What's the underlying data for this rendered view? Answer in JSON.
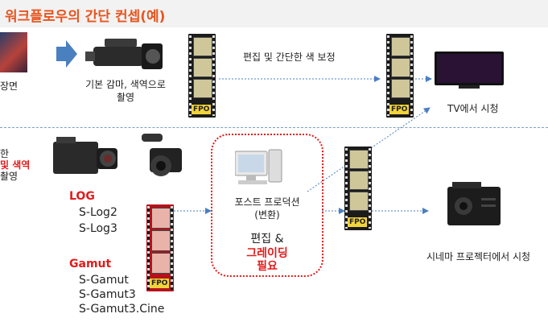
{
  "title": "워크플로우의 간단 컨셉(예)",
  "top": {
    "scene_label": "장면",
    "camera_caption_1": "기본 감마, 색역으로",
    "camera_caption_2": "촬영",
    "edit_label": "편집 및 간단한 색 보정",
    "tv_label": "TV에서 시청"
  },
  "bottom": {
    "left_line1": "한",
    "left_line2": "및 색역",
    "left_line3": "촬영",
    "log_title": "LOG",
    "log_items": [
      "S-Log2",
      "S-Log3"
    ],
    "gamut_title": "Gamut",
    "gamut_items": [
      "S-Gamut",
      "S-Gamut3",
      "S-Gamut3.Cine"
    ],
    "post_line1": "포스트 프로덕션",
    "post_line2": "(변환)",
    "edit_amp": "편집 &",
    "grading": "그레이딩",
    "required": "필요",
    "cinema_label": "시네마 프로젝터에서 시청"
  },
  "fpo_label": "FPO",
  "colors": {
    "title": "#e8541e",
    "accent_red": "#e31b1b",
    "arrow_blue": "#4a7fc0"
  }
}
